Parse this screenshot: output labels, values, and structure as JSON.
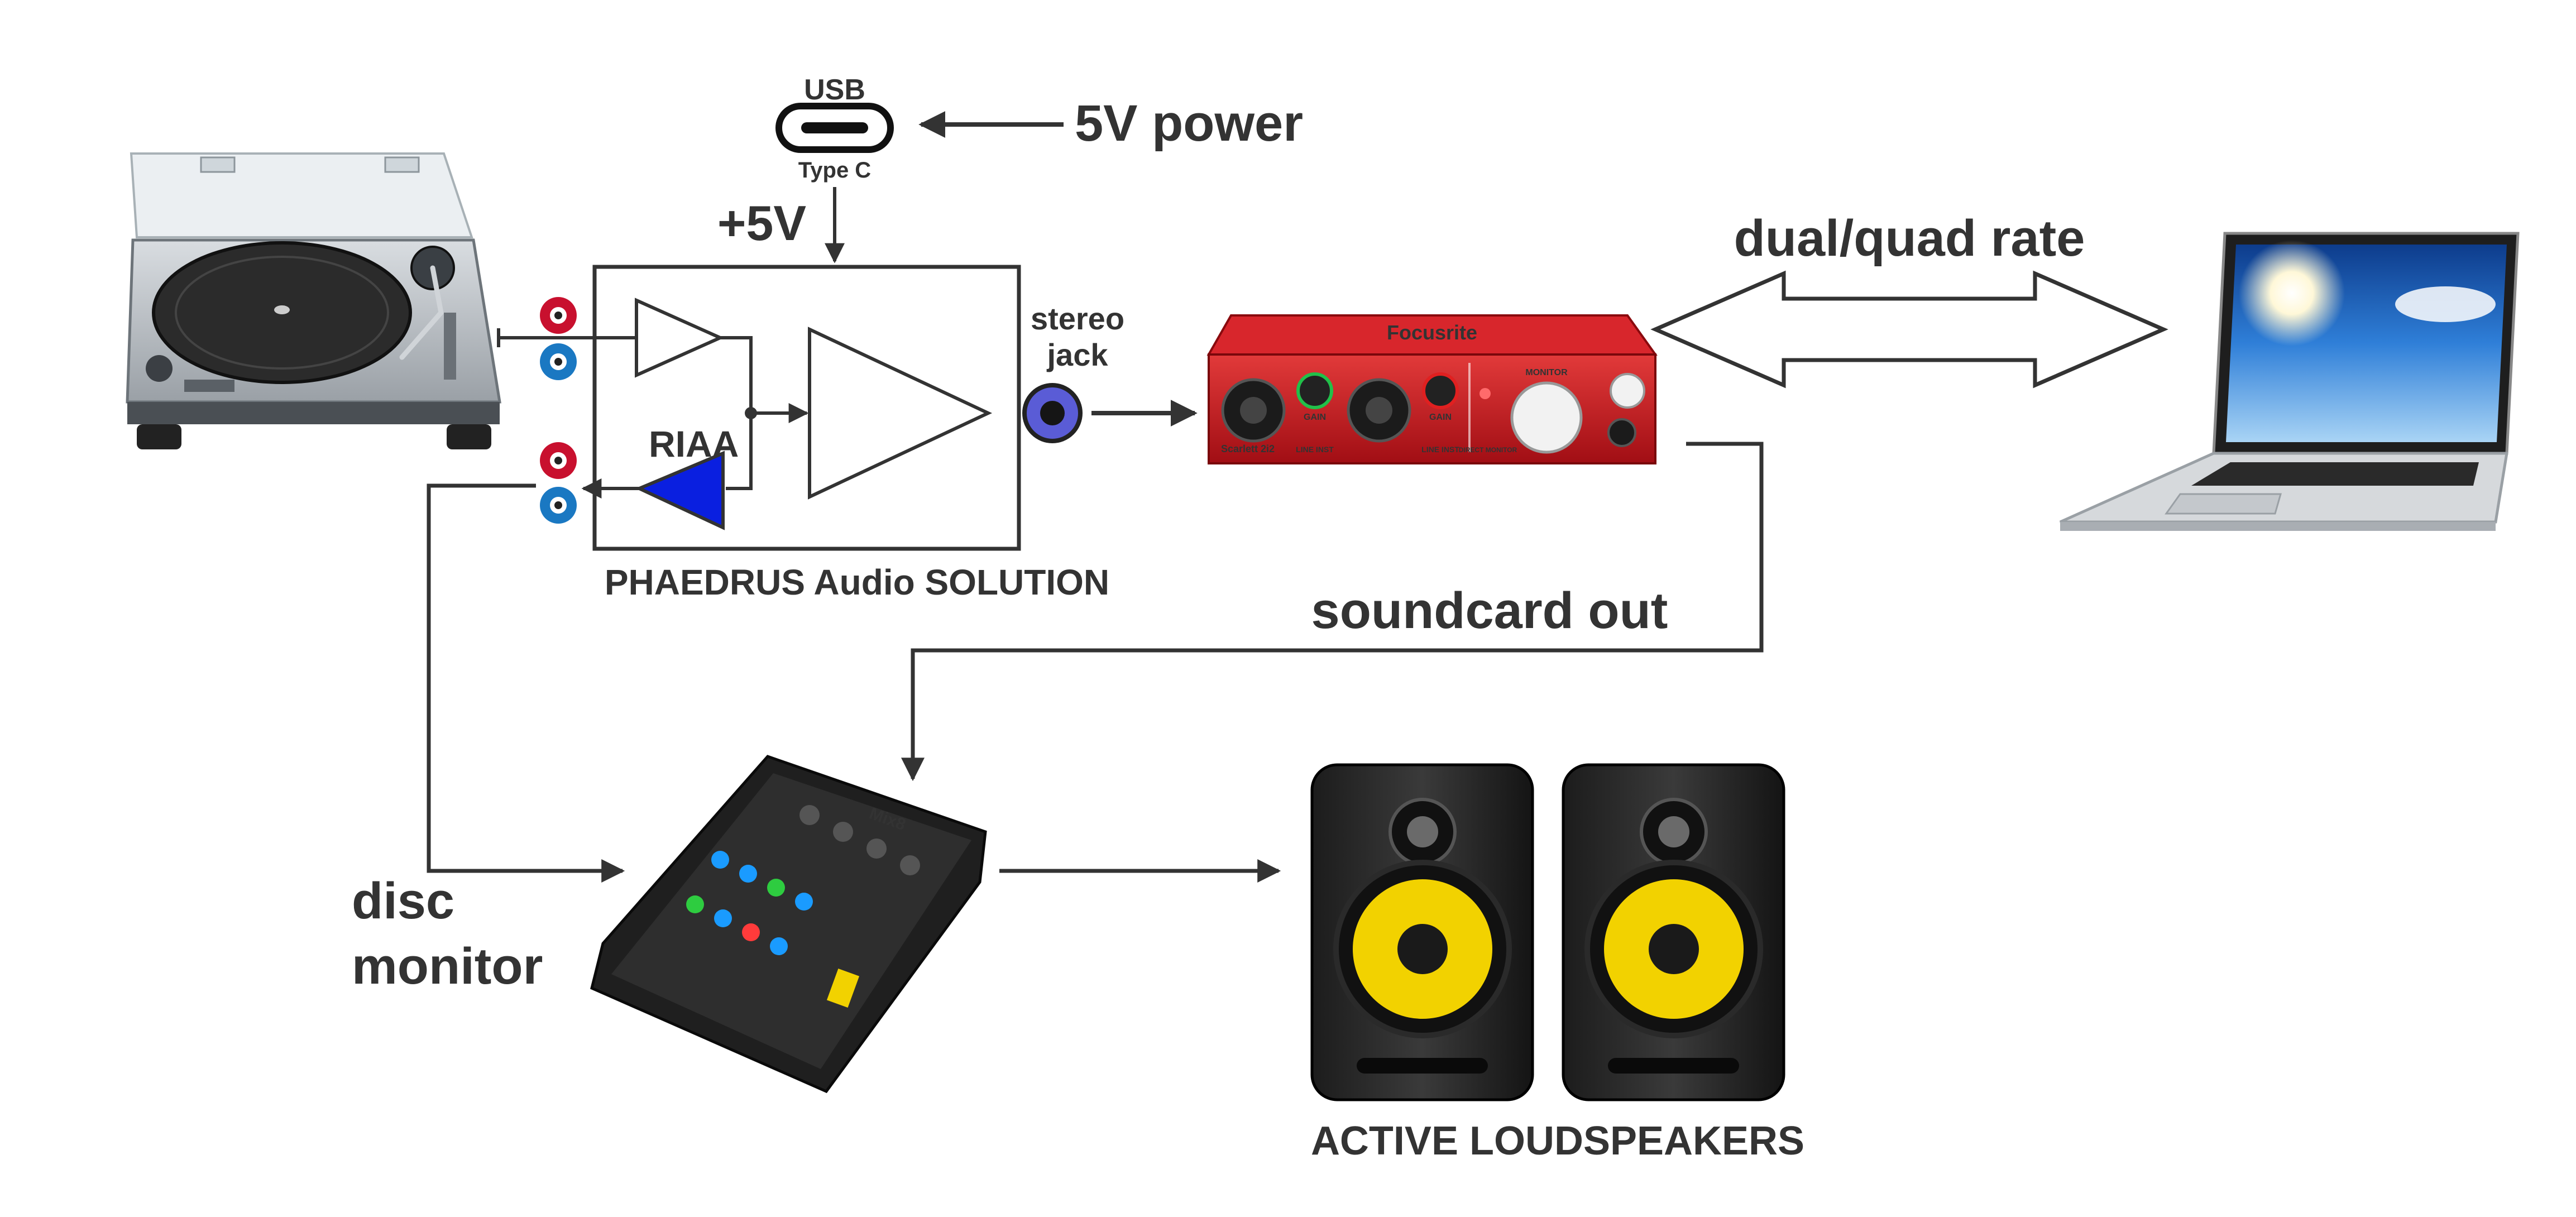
{
  "labels": {
    "usb": "USB",
    "type_c": "Type C",
    "power": "5V power",
    "plus5v": "+5V",
    "dual_quad_rate": "dual/quad rate",
    "stereo": "stereo",
    "jack": "jack",
    "riaa": "RIAA",
    "phaedrus": "PHAEDRUS Audio SOLUTION",
    "soundcard_out": "soundcard out",
    "disc": "disc",
    "monitor": "monitor",
    "active_loudspeakers": "ACTIVE LOUDSPEAKERS"
  },
  "devices": {
    "soundcard_brand": "Focusrite",
    "soundcard_model": "Scarlett 2i2",
    "soundcard_gain_1": "GAIN",
    "soundcard_gain_2": "GAIN",
    "soundcard_monitor": "MONITOR",
    "soundcard_line_inst_1": "LINE INST",
    "soundcard_line_inst_2": "LINE INST",
    "soundcard_direct": "DIRECT MONITOR",
    "mixer_brand": "Mix8"
  },
  "colors": {
    "line": "#333333",
    "riaa_fill": "#0a1fe0",
    "rca_red": "#c8102e",
    "rca_blue": "#1a78c2",
    "stereo_jack": "#5a5cd6",
    "soundcard_red": "#c0141c",
    "speaker_cone": "#f2d200",
    "laptop_sky": "#2f7fd8"
  }
}
